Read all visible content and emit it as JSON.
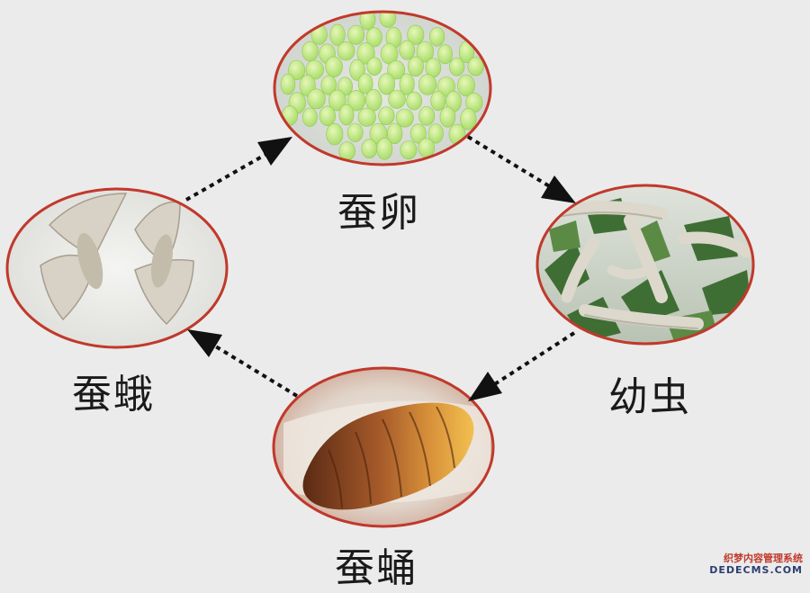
{
  "stages": {
    "egg": {
      "label": "蚕卵"
    },
    "larva": {
      "label": "幼虫"
    },
    "pupa": {
      "label": "蚕蛹"
    },
    "moth": {
      "label": "蚕蛾"
    }
  },
  "watermark": {
    "line1": "织梦内容管理系统",
    "line2": "DEDECMS.COM"
  },
  "colors": {
    "background": "#ebebeb",
    "ring": "#c0392b",
    "arrow": "#111111"
  }
}
